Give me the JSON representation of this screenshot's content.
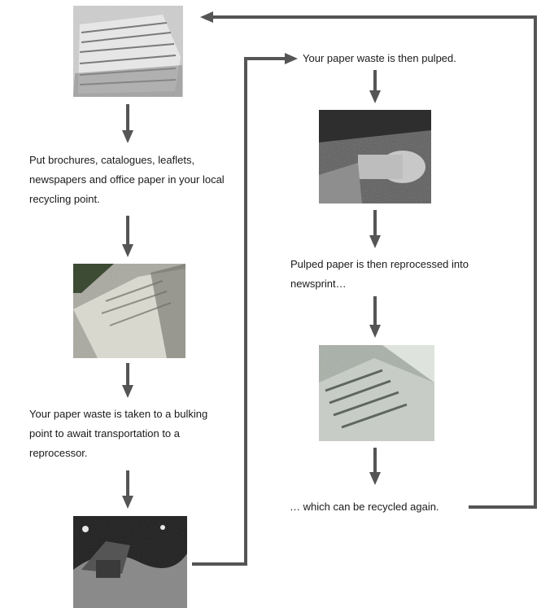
{
  "steps": {
    "collect": {
      "text": "Put brochures, catalogues, leaflets, newspapers and office paper in your local recycling point."
    },
    "bulking": {
      "text": "Your paper waste is taken to a bulking point to await transportation to a reprocessor."
    },
    "pulped": {
      "text": "Your paper waste is then pulped."
    },
    "reprocessed": {
      "text": "Pulped paper is then reprocessed into newsprint…"
    },
    "recycled_again": {
      "text": "… which can be recycled again."
    }
  },
  "photos": [
    {
      "name": "paper-stack-photo",
      "subject": "stack of newspapers"
    },
    {
      "name": "recycling-bin-paper-photo",
      "subject": "paper in recycling bin"
    },
    {
      "name": "bulking-yard-photo",
      "subject": "loader at bulking yard"
    },
    {
      "name": "pulping-machinery-photo",
      "subject": "pulping machinery"
    },
    {
      "name": "newsprint-photo",
      "subject": "rolled newsprint"
    }
  ],
  "colors": {
    "arrow": "#555555",
    "text": "#1a1a1a"
  }
}
